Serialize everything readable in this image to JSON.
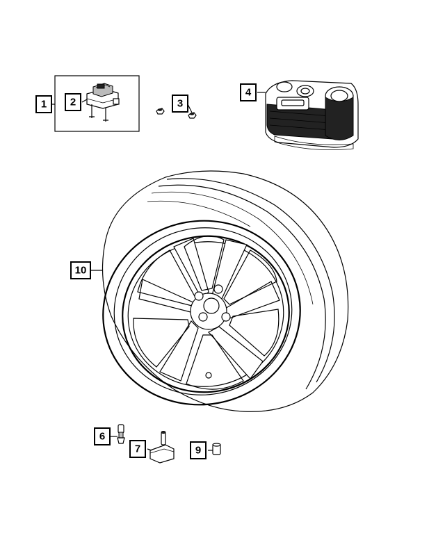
{
  "callouts": [
    {
      "id": "1",
      "label": "1"
    },
    {
      "id": "2",
      "label": "2"
    },
    {
      "id": "3",
      "label": "3"
    },
    {
      "id": "4",
      "label": "4"
    },
    {
      "id": "6",
      "label": "6"
    },
    {
      "id": "7",
      "label": "7"
    },
    {
      "id": "9",
      "label": "9"
    },
    {
      "id": "10",
      "label": "10"
    }
  ]
}
